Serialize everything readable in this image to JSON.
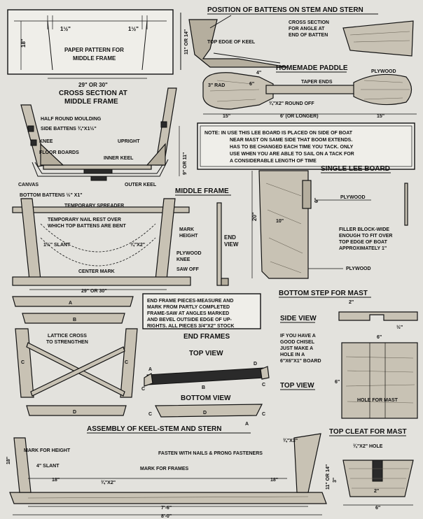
{
  "titles": {
    "battens": "POSITION OF BATTENS ON STEM AND STERN",
    "cross_section": "CROSS SECTION AT",
    "cross_section_2": "MIDDLE FRAME",
    "paddle": "HOMEMADE PADDLE",
    "middle_frame": "MIDDLE FRAME",
    "lee_board": "SINGLE LEE BOARD",
    "end_frames": "END FRAMES",
    "top_view": "TOP VIEW",
    "bottom_view": "BOTTOM VIEW",
    "bottom_step": "BOTTOM STEP FOR MAST",
    "side_view": "SIDE VIEW",
    "step_top_view": "TOP VIEW",
    "assembly": "ASSEMBLY OF KEEL-STEM AND STERN",
    "top_cleat": "TOP CLEAT FOR MAST"
  },
  "pattern": {
    "label1": "PAPER PATTERN FOR",
    "label2": "MIDDLE FRAME",
    "height": "18\"",
    "width": "29\" OR 30\"",
    "offset_left": "1½\"",
    "offset_right": "1½\""
  },
  "battens": {
    "height": "11\" OR 14\"",
    "keel": "TOP EDGE OF KEEL",
    "note1": "CROSS SECTION",
    "note2": "FOR ANGLE AT",
    "note3": "END OF BATTEN"
  },
  "paddle": {
    "rad": "3\" RAD",
    "w4": "4\"",
    "w6": "6\"",
    "plywood": "PLYWOOD",
    "taper": "TAPER ENDS",
    "round": "¾\"X2\" ROUND OFF",
    "len_left": "15\"",
    "len_mid": "6' (OR LONGER)",
    "len_right": "15\""
  },
  "cross": {
    "moulding": "HALF ROUND MOULDING",
    "side_battens": "SIDE BATTENS ¾\"X1½\"",
    "knee": "KNEE",
    "upright": "UPRIGHT",
    "floor": "FLOOR BOARDS",
    "inner_keel": "INNER KEEL",
    "canvas": "CANVAS",
    "outer_keel": "OUTER KEEL",
    "bottom_battens": "BOTTOM BATTENS ½\" X1\"",
    "height": "9\" OR 11\""
  },
  "note": {
    "l1": "NOTE: IN USE THIS LEE BOARD IS PLACED ON SIDE OF BOAT",
    "l2": "NEAR MAST ON SAME SIDE THAT BOOM EXTENDS.",
    "l3": "HAS TO BE CHANGED EACH TIME YOU TACK. ONLY",
    "l4": "USE WHEN YOU ARE ABLE TO SAIL ON A TACK FOR",
    "l5": "A CONSIDERABLE LENGTH OF TIME"
  },
  "middle": {
    "spreader": "TEMPORARY SPREADER",
    "nail1": "TEMPORARY NAIL REST OVER",
    "nail2": "WHICH TOP BATTENS ARE BENT",
    "slant": "1½\" SLANT",
    "mark1": "MARK",
    "mark2": "HEIGHT",
    "dim": "¾\"X2\"",
    "plywood1": "PLYWOOD",
    "plywood2": "KNEE",
    "sawoff": "SAW OFF",
    "center": "CENTER MARK",
    "width": "29\" OR 30\"",
    "end1": "END",
    "end2": "VIEW"
  },
  "lee": {
    "h20": "20\"",
    "w10": "10\"",
    "w6": "6\"",
    "plywood_top": "PLYWOOD",
    "filler1": "FILLER BLOCK-WIDE",
    "filler2": "ENOUGH TO FIT OVER",
    "filler3": "TOP EDGE OF BOAT",
    "filler4": "APPROXIMATELY 1\"",
    "plywood_bot": "PLYWOOD"
  },
  "endnote": {
    "l1": "END FRAME PIECES-MEASURE AND",
    "l2": "MARK FROM PARTLY COMPLETED",
    "l3": "FRAME-SAW AT ANGLES MARKED",
    "l4": "AND BEVEL OUTSIDE EDGE OF UP-",
    "l5": "RIGHTS. ALL PIECES 3/4\"X2\" STOCK"
  },
  "pieces": {
    "a": "A",
    "b": "B",
    "c": "C",
    "d": "D",
    "lattice1": "LATTICE CROSS",
    "lattice2": "TO STRENGTHEN"
  },
  "step": {
    "top_dim": "2\"",
    "half": "½\"",
    "w6": "6\"",
    "h6": "6\"",
    "chisel1": "IF YOU HAVE A",
    "chisel2": "GOOD CHISEL",
    "chisel3": "JUST MAKE A",
    "chisel4": "HOLE IN A",
    "chisel5": "6\"X6\"X1\" BOARD",
    "hole": "HOLE FOR MAST"
  },
  "assembly": {
    "mark_height": "MARK FOR HEIGHT",
    "slant": "4\" SLANT",
    "h18": "18\"",
    "l18": "18\"",
    "dim": "¾\"X2\"",
    "mark_frames": "MARK FOR FRAMES",
    "fasten": "FASTEN WITH NAILS & PRONG FASTENERS",
    "stem": "¾\"X3\"",
    "r18": "18\"",
    "len1": "7'-6\"",
    "len2": "8'-0\""
  },
  "cleat": {
    "hole": "¾\"X2\" HOLE",
    "h": "11\" OR 14\"",
    "h3": "3\"",
    "h2": "2\"",
    "w6": "6\""
  }
}
